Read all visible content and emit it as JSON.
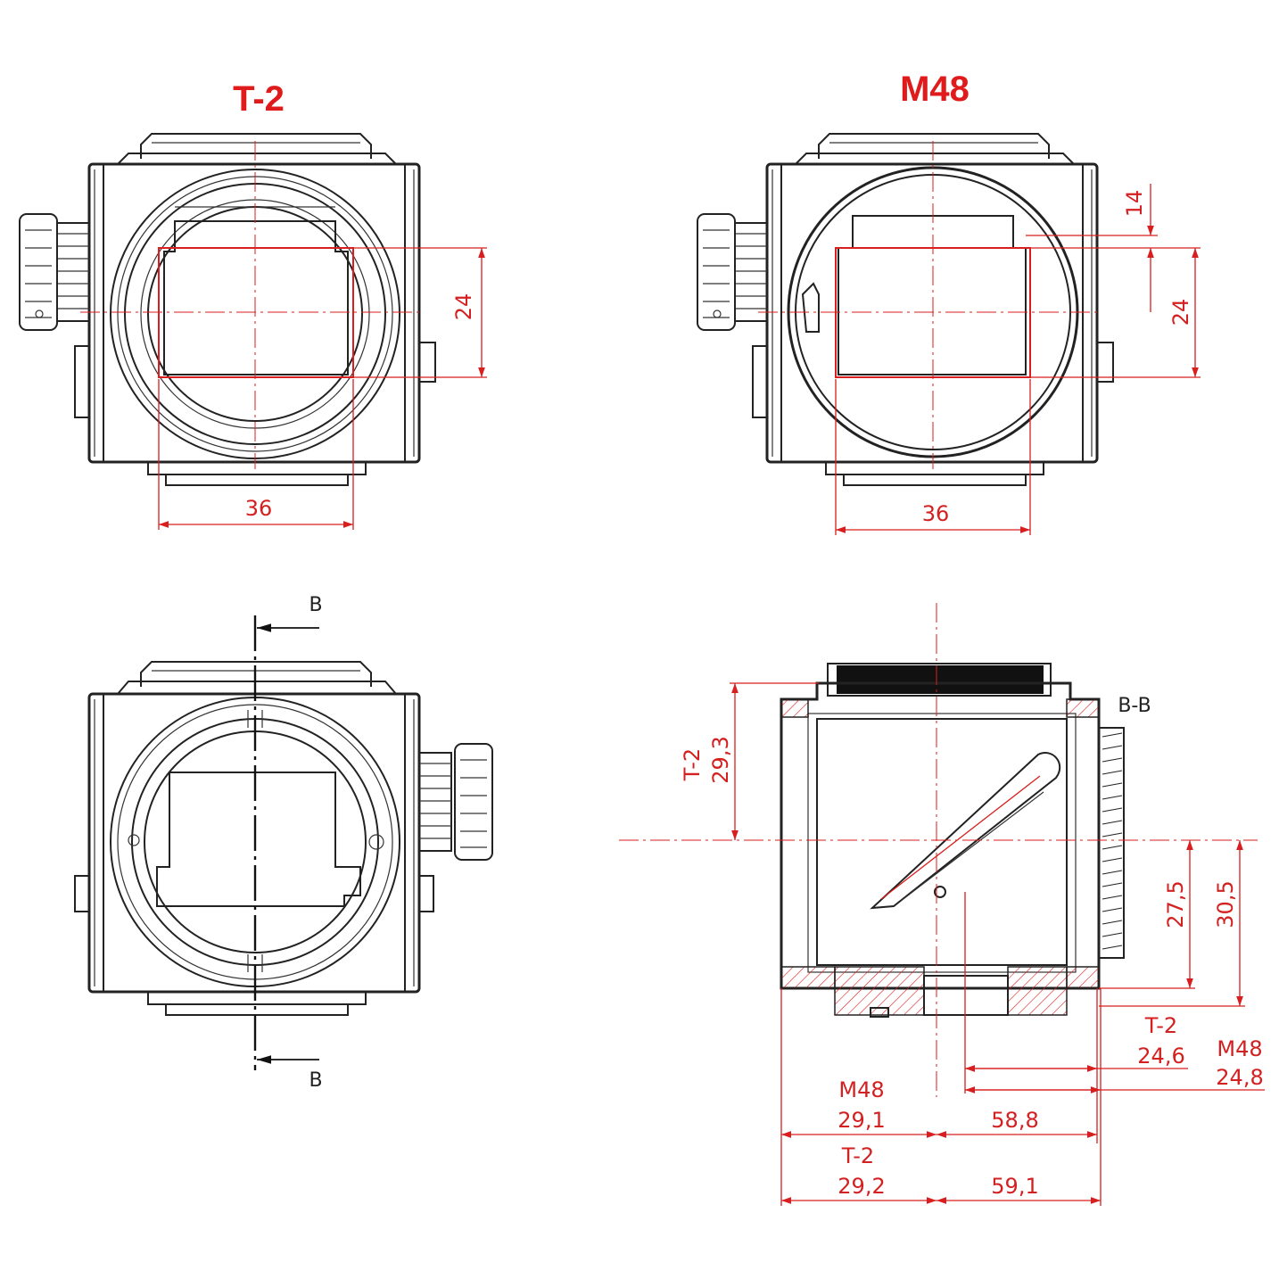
{
  "titles": {
    "t2": "T-2",
    "m48": "M48"
  },
  "views": {
    "t2_front": {
      "width_dim": "36",
      "height_dim": "24"
    },
    "m48_front": {
      "width_dim": "36",
      "height_dim": "24",
      "offset_dim": "14"
    },
    "back_view": {
      "section_mark_top": "B",
      "section_mark_bottom": "B"
    },
    "section": {
      "label": "B-B",
      "t2_top_label": "T-2",
      "t2_top_value": "29,3",
      "dim_27_5": "27,5",
      "dim_30_5": "30,5",
      "t2_right_label": "T-2",
      "t2_right_value": "24,6",
      "m48_right_label": "M48",
      "m48_right_value": "24,8",
      "m48_left_label": "M48",
      "m48_left_value": "29,1",
      "m48_total": "58,8",
      "t2_left_label": "T-2",
      "t2_left_value": "29,2",
      "t2_total": "59,1"
    }
  },
  "colors": {
    "dimension": "#d81e1e",
    "outline": "#222222",
    "background": "#ffffff"
  }
}
